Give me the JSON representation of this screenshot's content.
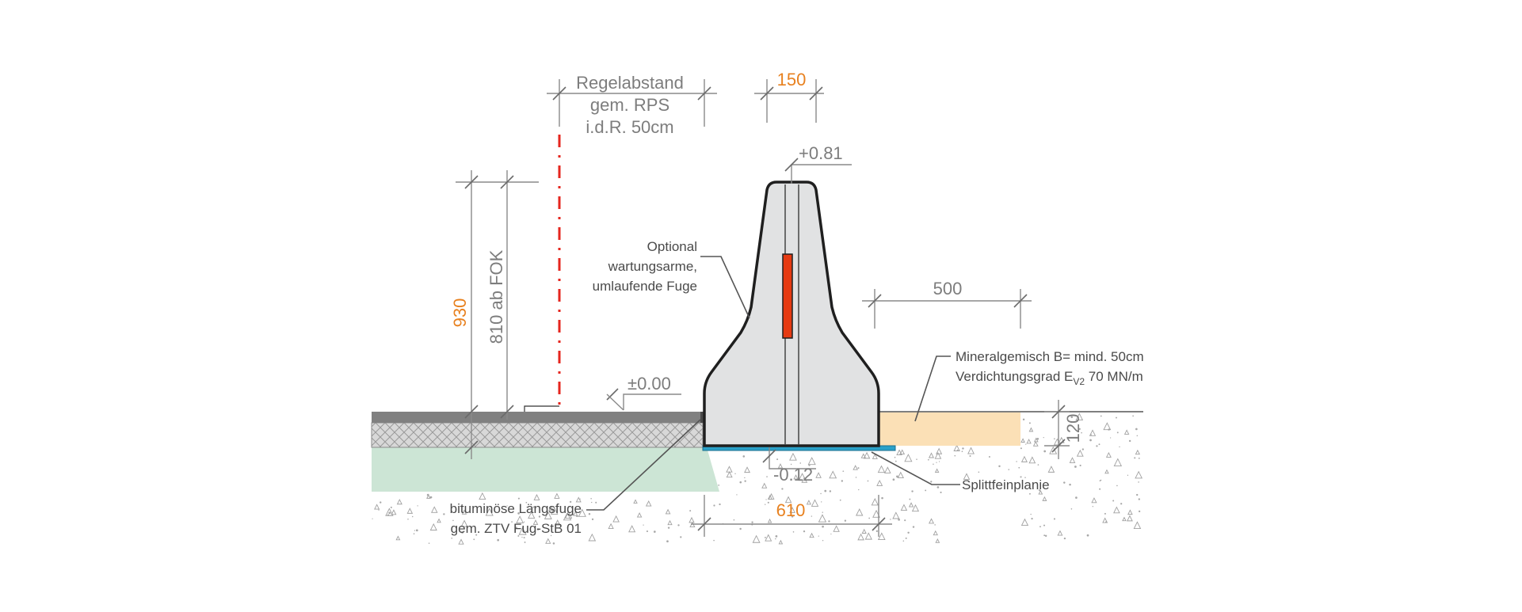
{
  "labels": {
    "regel_line1": "Regelabstand",
    "regel_line2": "gem. RPS",
    "regel_line3": "i.d.R. 50cm",
    "width_top": "150",
    "height_top": "+0.81",
    "optional_line1": "Optional",
    "optional_line2": "wartungsarme,",
    "optional_line3": "umlaufende Fuge",
    "dim_930": "930",
    "dim_810": "810 ab FOK",
    "zero": "±0.00",
    "dim_500": "500",
    "mineral_line1": "Mineralgemisch B= mind. 50cm",
    "mineral_line2_prefix": "Verdichtungsgrad E",
    "mineral_line2_sub": "V2",
    "mineral_line2_suffix": " 70 MN/m",
    "dim_120": "120",
    "minus_012": "-0.12",
    "splitt": "Splittfeinplanie",
    "dim_610": "610",
    "fuge_line1": "bituminöse Längsfuge",
    "fuge_line2": "gem. ZTV Fug-StB 01"
  },
  "colors": {
    "orange": "#e8811f",
    "red_line": "#e5251e",
    "reflector": "#e63a12",
    "concrete": "#e1e2e3",
    "asphalt_top": "#7f7f7f",
    "hatch_layer": "#d6d6d6",
    "green_base": "#cce5d5",
    "sand": "#fbe0b6",
    "splitt_blue": "#2aa1c9",
    "ground_dots": "#a0a0a0"
  }
}
